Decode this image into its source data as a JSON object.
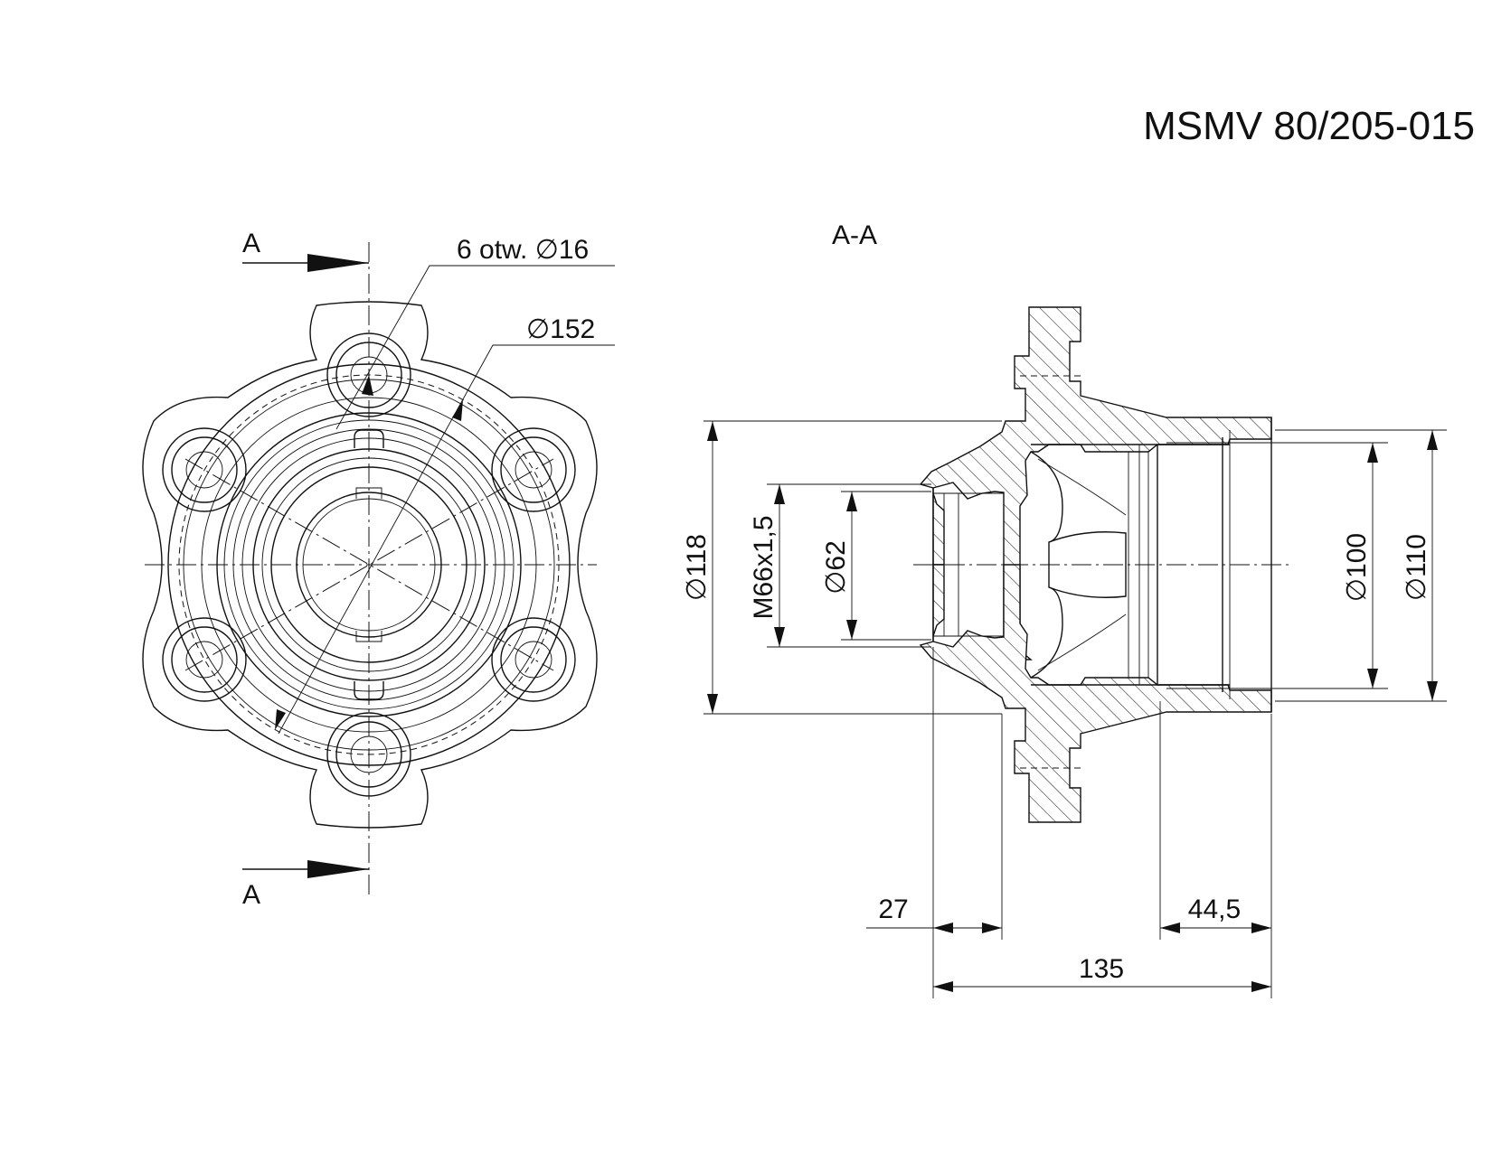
{
  "title": "MSMV 80/205-015",
  "front_view": {
    "section_mark_top": "A",
    "section_mark_bottom": "A",
    "holes_label": "6 otw. ∅16",
    "pitch_diameter_label": "∅152"
  },
  "section_view": {
    "label": "A-A",
    "dimensions": {
      "d118": "∅118",
      "thread": "M66x1,5",
      "d62": "∅62",
      "d100": "∅100",
      "d110": "∅110",
      "len27": "27",
      "len44_5": "44,5",
      "len135": "135"
    }
  }
}
